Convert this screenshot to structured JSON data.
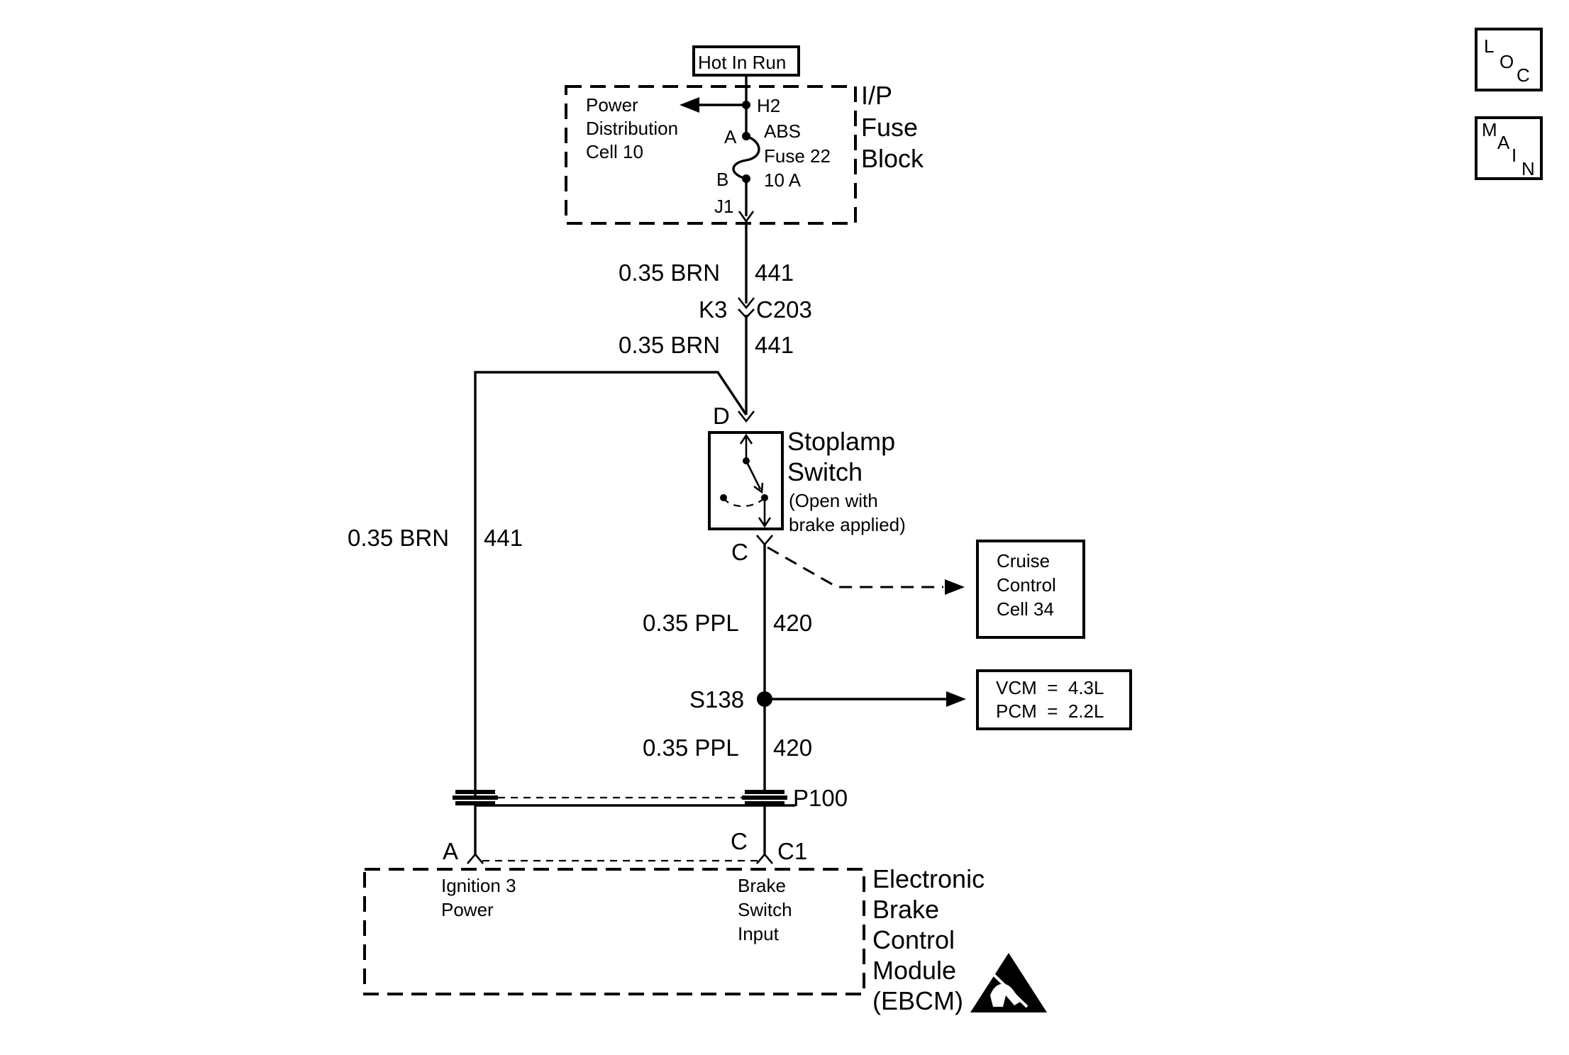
{
  "power": {
    "label": "Hot In Run"
  },
  "fuse_block": {
    "title_line1": "I/P",
    "title_line2": "Fuse",
    "title_line3": "Block",
    "pdist_line1": "Power",
    "pdist_line2": "Distribution",
    "pdist_line3": "Cell 10",
    "pin_h2": "H2",
    "pin_a": "A",
    "pin_b": "B",
    "pin_j1": "J1",
    "fuse_line1": "ABS",
    "fuse_line2": "Fuse 22",
    "fuse_line3": "10 A"
  },
  "wires": {
    "w1_gauge": "0.35 BRN",
    "w1_circuit": "441",
    "w2_gauge": "0.35 BRN",
    "w2_circuit": "441",
    "w3_gauge": "0.35 BRN",
    "w3_circuit": "441",
    "w4_gauge": "0.35 PPL",
    "w4_circuit": "420",
    "w5_gauge": "0.35 PPL",
    "w5_circuit": "420"
  },
  "connector_c203": {
    "pin": "K3",
    "name": "C203"
  },
  "stoplamp": {
    "pin_d": "D",
    "pin_c": "C",
    "title_line1": "Stoplamp",
    "title_line2": "Switch",
    "note_line1": "(Open with",
    "note_line2": "brake applied)"
  },
  "cruise": {
    "line1": "Cruise",
    "line2": "Control",
    "line3": "Cell 34"
  },
  "splice": {
    "name": "S138"
  },
  "vcm_pcm": {
    "line1": "VCM  =  4.3L",
    "line2": "PCM  =  2.2L"
  },
  "p100": {
    "name": "P100"
  },
  "ebcm": {
    "pin_a": "A",
    "pin_c": "C",
    "conn_c1": "C1",
    "ign_line1": "Ignition 3",
    "ign_line2": "Power",
    "brk_line1": "Brake",
    "brk_line2": "Switch",
    "brk_line3": "Input",
    "title_line1": "Electronic",
    "title_line2": "Brake",
    "title_line3": "Control",
    "title_line4": "Module",
    "title_line5": "(EBCM)"
  },
  "nav": {
    "loc_l": "L",
    "loc_o": "O",
    "loc_c": "C",
    "main_m": "M",
    "main_a": "A",
    "main_i": "I",
    "main_n": "N"
  },
  "icons": {
    "esd": "esd-warning-icon",
    "loc": "loc-nav-icon",
    "main": "main-nav-icon"
  }
}
